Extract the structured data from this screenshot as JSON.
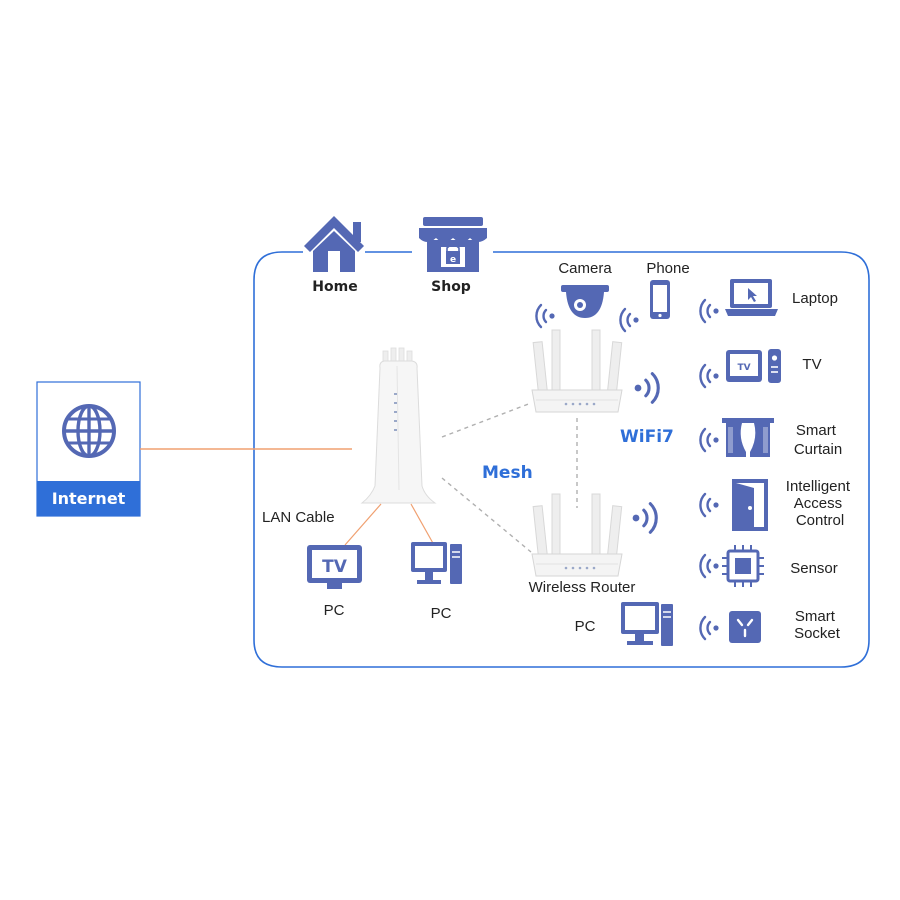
{
  "internet": {
    "label": "Internet"
  },
  "places": {
    "home": "Home",
    "shop": "Shop",
    "shop_sign": "e"
  },
  "connections": {
    "lan_cable": "LAN Cable",
    "mesh": "Mesh",
    "wifi": "WiFi7",
    "wireless_router": "Wireless Router"
  },
  "lan_devices": [
    {
      "label": "PC",
      "screen_text": "TV"
    },
    {
      "label": "PC"
    }
  ],
  "router_devices": {
    "pc": "PC",
    "camera": "Camera",
    "phone": "Phone"
  },
  "smart_devices": [
    {
      "lines": [
        "Laptop"
      ]
    },
    {
      "lines": [
        "TV"
      ],
      "screen_text": "TV"
    },
    {
      "lines": [
        "Smart",
        "Curtain"
      ]
    },
    {
      "lines": [
        "Intelligent",
        "Access",
        "Control"
      ]
    },
    {
      "lines": [
        "Sensor"
      ]
    },
    {
      "lines": [
        "Smart",
        "Socket"
      ]
    }
  ],
  "colors": {
    "icon": "#5468b4",
    "frame": "#2f6fd8",
    "accent_text": "#2f6fd8",
    "lan_line": "#f0a070",
    "mesh_line": "#b0b0b0"
  }
}
